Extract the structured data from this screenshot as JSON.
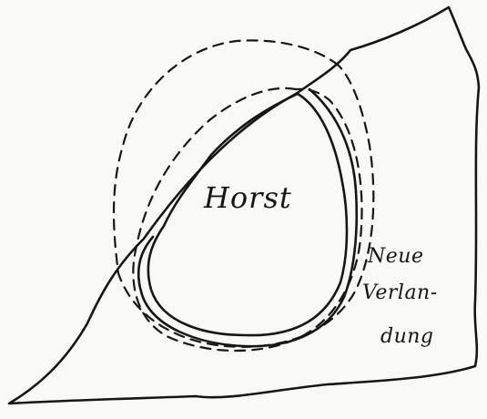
{
  "labels": {
    "center": "Horst",
    "side_line1": "Neue",
    "side_line2": "Verlan-",
    "side_line3": "dung"
  },
  "colors": {
    "ink": "#161616",
    "paper": "#f9f9f6"
  }
}
